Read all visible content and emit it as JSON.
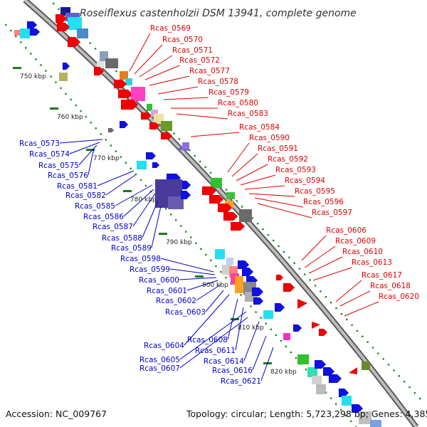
{
  "title": "Roseiflexus castenholzii DSM 13941, complete genome",
  "footer": {
    "accession": "Accession: NC_009767",
    "topology": "Topology: circular; Length: 5,723,298 bp; Genes: 4,385"
  },
  "colors": {
    "backbone": "#8c8c8c",
    "forward": "#e00000",
    "reverse": "#0000cc",
    "ticks": "#1f8a1f"
  },
  "scale": [
    "750 kbp",
    "760 kbp",
    "770 kbp",
    "780 kbp",
    "790 kbp",
    "800 kbp",
    "810 kbp",
    "820 kbp"
  ],
  "labels_forward": [
    "Rcas_0569",
    "Rcas_0570",
    "Rcas_0571",
    "Rcas_0572",
    "Rcas_0577",
    "Rcas_0578",
    "Rcas_0579",
    "Rcas_0580",
    "Rcas_0583",
    "Rcas_0584",
    "Rcas_0590",
    "Rcas_0591",
    "Rcas_0592",
    "Rcas_0593",
    "Rcas_0594",
    "Rcas_0595",
    "Rcas_0596",
    "Rcas_0597",
    "Rcas_0606",
    "Rcas_0609",
    "Rcas_0610",
    "Rcas_0613",
    "Rcas_0617",
    "Rcas_0618",
    "Rcas_0620"
  ],
  "labels_reverse": [
    "Rcas_0573",
    "Rcas_0574",
    "Rcas_0575",
    "Rcas_0576",
    "Rcas_0581",
    "Rcas_0582",
    "Rcas_0585",
    "Rcas_0586",
    "Rcas_0587",
    "Rcas_0588",
    "Rcas_0589",
    "Rcas_0598",
    "Rcas_0599",
    "Rcas_0600",
    "Rcas_0601",
    "Rcas_0602",
    "Rcas_0603",
    "Rcas_0604",
    "Rcas_0608",
    "Rcas_0611",
    "Rcas_0605",
    "Rcas_0614",
    "Rcas_0607",
    "Rcas_0616",
    "Rcas_0621"
  ]
}
